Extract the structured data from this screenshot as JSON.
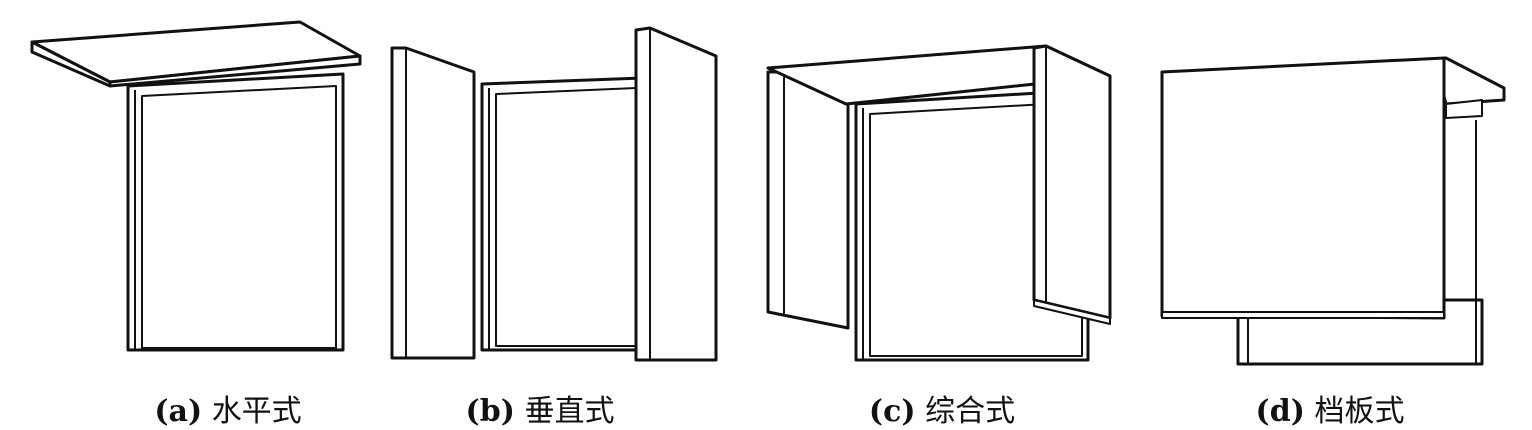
{
  "panels": [
    {
      "label": "(a)",
      "name": "水平式"
    },
    {
      "label": "(b)",
      "name": "垂直式"
    },
    {
      "label": "(c)",
      "name": "综合式"
    },
    {
      "label": "(d)",
      "name": "档板式"
    }
  ],
  "colors": {
    "line": "#111111",
    "fill": "#ffffff"
  }
}
